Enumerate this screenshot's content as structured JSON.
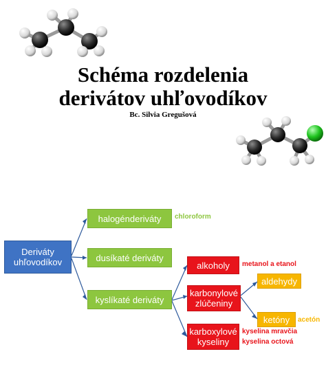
{
  "title": {
    "line1": "Schéma rozdelenia",
    "line2": "derivátov uhľovodíkov",
    "author": "Bc. Silvia Gregušová"
  },
  "diagram": {
    "root": "Deriváty uhľovodíkov",
    "halogen": {
      "label": "halogénderiváty",
      "example": "chloroform"
    },
    "nitrogen": {
      "label": "dusíkaté deriváty"
    },
    "oxygen": {
      "label": "kyslíkaté deriváty"
    },
    "alcohols": {
      "label": "alkoholy",
      "example": "metanol a etanol"
    },
    "carbonyl": {
      "label": "karbonylové zlúčeniny"
    },
    "aldehydes": {
      "label": "aldehydy"
    },
    "ketones": {
      "label": "ketóny",
      "example": "acetón"
    },
    "carboxylic": {
      "label": "karboxylové kyseliny",
      "example1": "kyselina mravčia",
      "example2": "kyselina octová"
    }
  },
  "colors": {
    "root": "#3f73c4",
    "level1": "#8dc63f",
    "level2": "#e8141b",
    "level3": "#f7b600",
    "connector": "#2e5a9c"
  },
  "images": {
    "molecule_top": "propane ball-and-stick model",
    "molecule_right": "1-chloropropane ball-and-stick model"
  }
}
